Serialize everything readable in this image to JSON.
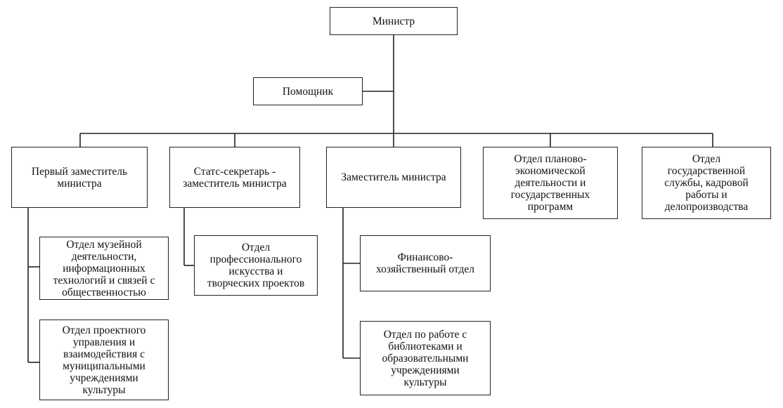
{
  "nodes": {
    "minister": "Министр",
    "assistant": "Помощник",
    "first_deputy": "Первый заместитель\nминистра",
    "state_secretary": "Статс-секретарь -\nзаместитель министра",
    "deputy": "Заместитель министра",
    "planning_dept": "Отдел планово-\nэкономической\nдеятельности и\nгосударственных\nпрограмм",
    "civil_service_dept": "Отдел\nгосударственной\nслужбы, кадровой\nработы  и\nделопроизводства",
    "museum_dept": "Отдел музейной\nдеятельности,\nинформационных\nтехнологий и связей с\nобщественностью",
    "project_mgmt_dept": "Отдел проектного\nуправления и\nвзаимодействия с\nмуниципальными\nучреждениями\nкультуры",
    "prof_art_dept": "Отдел\nпрофессионального\nискусства и\nтворческих проектов",
    "finance_dept": "Финансово-\nхозяйственный отдел",
    "libraries_dept": "Отдел по работе с\nбиблиотеками и\nобразовательными\nучреждениями\nкультуры"
  }
}
